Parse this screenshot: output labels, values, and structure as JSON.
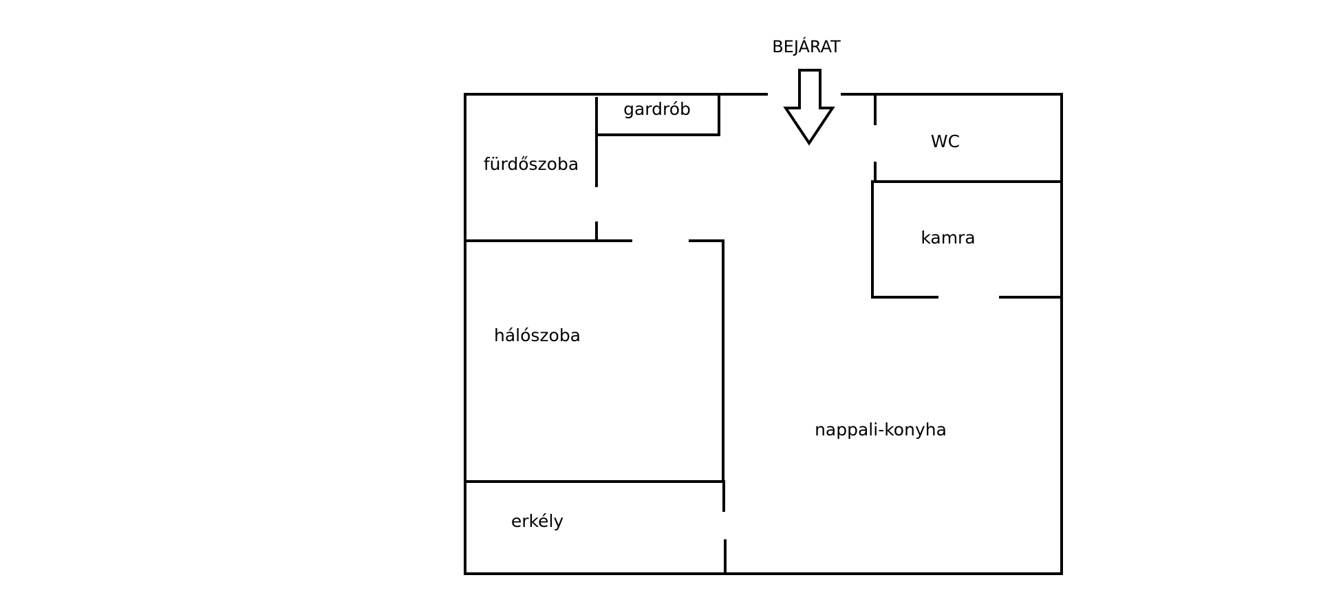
{
  "entrance": {
    "label": "BEJÁRAT"
  },
  "rooms": {
    "gardrob": "gardrób",
    "furdoszoba": "fürdőszoba",
    "wc": "WC",
    "kamra": "kamra",
    "haloszoba": "hálószoba",
    "nappali_konyha": "nappali-konyha",
    "erkely": "erkély"
  },
  "colors": {
    "walls": "#000000",
    "background": "#ffffff"
  },
  "icons": {
    "entrance_arrow": "down-arrow-icon"
  }
}
